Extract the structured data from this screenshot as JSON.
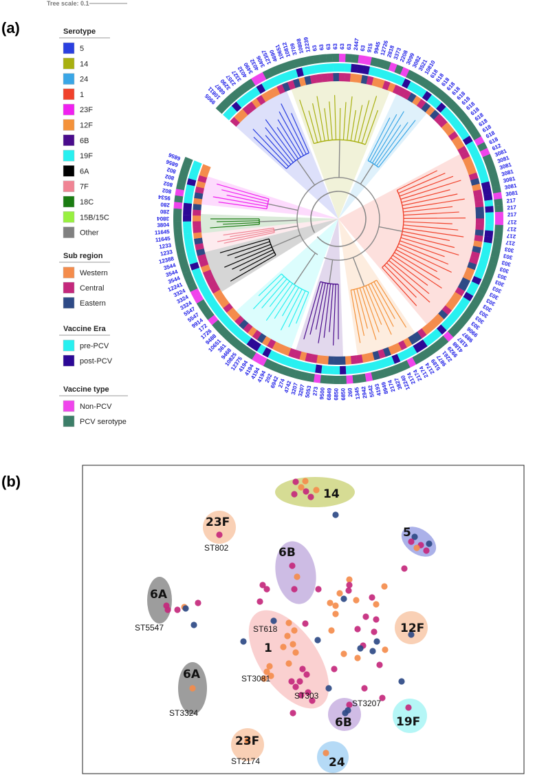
{
  "figure": {
    "tree_scale_label": "Tree scale: 0.1",
    "panel_a_label": "(a)",
    "panel_b_label": "(b)"
  },
  "legend": {
    "serotype": {
      "title": "Serotype",
      "items": [
        {
          "label": "5",
          "color": "#2a3fe0"
        },
        {
          "label": "14",
          "color": "#a8b010"
        },
        {
          "label": "24",
          "color": "#3aa6e6"
        },
        {
          "label": "1",
          "color": "#f0412b"
        },
        {
          "label": "23F",
          "color": "#f020f0"
        },
        {
          "label": "12F",
          "color": "#f4923a"
        },
        {
          "label": "6B",
          "color": "#4a0c8c"
        },
        {
          "label": "19F",
          "color": "#28f0f0"
        },
        {
          "label": "6A",
          "color": "#000000"
        },
        {
          "label": "7F",
          "color": "#f08494"
        },
        {
          "label": "18C",
          "color": "#1a7c12"
        },
        {
          "label": "15B/15C",
          "color": "#98f040"
        },
        {
          "label": "Other",
          "color": "#808080"
        }
      ]
    },
    "sub_region": {
      "title": "Sub region",
      "items": [
        {
          "label": "Western",
          "color": "#f48c4c"
        },
        {
          "label": "Central",
          "color": "#c4287c"
        },
        {
          "label": "Eastern",
          "color": "#2e4a86"
        }
      ]
    },
    "vaccine_era": {
      "title": "Vaccine Era",
      "items": [
        {
          "label": "pre-PCV",
          "color": "#28f0f0"
        },
        {
          "label": "post-PCV",
          "color": "#2c0896"
        }
      ]
    },
    "vaccine_type": {
      "title": "Vaccine type",
      "items": [
        {
          "label": "Non-PCV",
          "color": "#f044ec"
        },
        {
          "label": "PCV serotype",
          "color": "#3c7e68"
        }
      ]
    }
  },
  "chart_data": [
    {
      "type": "phylogenetic-tree",
      "panel": "(a)",
      "layout": "circular",
      "tree_scale": "Tree scale: 0.1",
      "rings": [
        "Sub region",
        "Vaccine Era",
        "Vaccine type"
      ],
      "clades": [
        {
          "serotype": "1",
          "color": "#f0412b"
        },
        {
          "serotype": "24",
          "color": "#3aa6e6"
        },
        {
          "serotype": "14",
          "color": "#a8b010"
        },
        {
          "serotype": "5",
          "color": "#2a3fe0"
        },
        {
          "serotype": "23F",
          "color": "#f020f0"
        },
        {
          "serotype": "18C",
          "color": "#1a7c12"
        },
        {
          "serotype": "7F",
          "color": "#f08494"
        },
        {
          "serotype": "6A",
          "color": "#000000"
        },
        {
          "serotype": "19F",
          "color": "#28f0f0"
        },
        {
          "serotype": "6B",
          "color": "#4a0c8c"
        },
        {
          "serotype": "12F",
          "color": "#f4923a"
        }
      ],
      "tip_labels": [
        "9905",
        "10811",
        "6887",
        "3290",
        "2357",
        "3327",
        "4032",
        "3490",
        "4032",
        "3406",
        "12357",
        "4690",
        "10651",
        "10812",
        "3709",
        "10808",
        "12239",
        "63",
        "63",
        "63",
        "63",
        "63",
        "63",
        "2447",
        "63",
        "915",
        "9945",
        "12726",
        "2818",
        "3373",
        "2208",
        "3099",
        "3082",
        "3521",
        "10810",
        "618",
        "618",
        "618",
        "618",
        "618",
        "618",
        "618",
        "618",
        "618",
        "618",
        "618",
        "618",
        "618",
        "618",
        "612",
        "3081",
        "3081",
        "3081",
        "3081",
        "3081",
        "3081",
        "3081",
        "217",
        "217",
        "217",
        "217",
        "217",
        "217",
        "217",
        "303",
        "303",
        "303",
        "303",
        "303",
        "303",
        "303",
        "303",
        "303",
        "303",
        "303",
        "303",
        "303",
        "9906",
        "9897",
        "4187",
        "4188",
        "9929",
        "2261",
        "9877",
        "5189",
        "2174",
        "2174",
        "2174",
        "2174",
        "12240",
        "3827",
        "2174",
        "8949",
        "4193",
        "5542",
        "2942",
        "1345",
        "260",
        "6850",
        "6850",
        "6849",
        "9500",
        "273",
        "5053",
        "3207",
        "3207",
        "4742",
        "274",
        "6942",
        "202",
        "4194",
        "4194",
        "4194",
        "4194",
        "12375",
        "10825",
        "9468",
        "361",
        "10651",
        "9488",
        "1726",
        "172",
        "9914",
        "5547",
        "5547",
        "3324",
        "3324",
        "3324",
        "12241",
        "3544",
        "3544",
        "3544",
        "12388",
        "1233",
        "1233",
        "11645",
        "11645",
        "3804",
        "3804",
        "280",
        "280",
        "9534",
        "802",
        "802",
        "802",
        "802",
        "6856",
        "6856"
      ]
    },
    {
      "type": "scatter",
      "panel": "(b)",
      "point_color_key": "Sub region",
      "series": [
        {
          "name": "Western",
          "color": "#f48c4c"
        },
        {
          "name": "Central",
          "color": "#c4287c"
        },
        {
          "name": "Eastern",
          "color": "#2e4a86"
        }
      ],
      "clusters": [
        {
          "label": "14",
          "color": "#c8d070"
        },
        {
          "label": "23F",
          "sequence_type": "ST802",
          "color": "#f8c8a8"
        },
        {
          "label": "5",
          "color": "#8890e0"
        },
        {
          "label": "6B",
          "color": "#b8a0d8"
        },
        {
          "label": "6A",
          "sequence_type": "ST5547",
          "color": "#8c8c8c"
        },
        {
          "label": "12F",
          "color": "#f8c8a8"
        },
        {
          "label": "1",
          "sequence_types": [
            "ST618",
            "ST3081",
            "ST303"
          ],
          "color": "#f8c0c0"
        },
        {
          "label": "6A",
          "sequence_type": "ST3324",
          "color": "#8c8c8c"
        },
        {
          "label": "6B",
          "sequence_type": "ST3207",
          "color": "#c8b0e0"
        },
        {
          "label": "19F",
          "color": "#a8f4f4"
        },
        {
          "label": "23F",
          "sequence_type": "ST2174",
          "color": "#f8c8a8"
        },
        {
          "label": "24",
          "color": "#a8d4f4"
        }
      ]
    }
  ],
  "panel_b": {
    "blob_labels": [
      "14",
      "23F",
      "5",
      "6B",
      "6A",
      "12F",
      "1",
      "6A",
      "6B",
      "19F",
      "23F",
      "24"
    ],
    "st_labels": [
      "ST802",
      "ST5547",
      "ST618",
      "ST3081",
      "ST303",
      "ST3324",
      "ST3207",
      "ST2174"
    ]
  }
}
